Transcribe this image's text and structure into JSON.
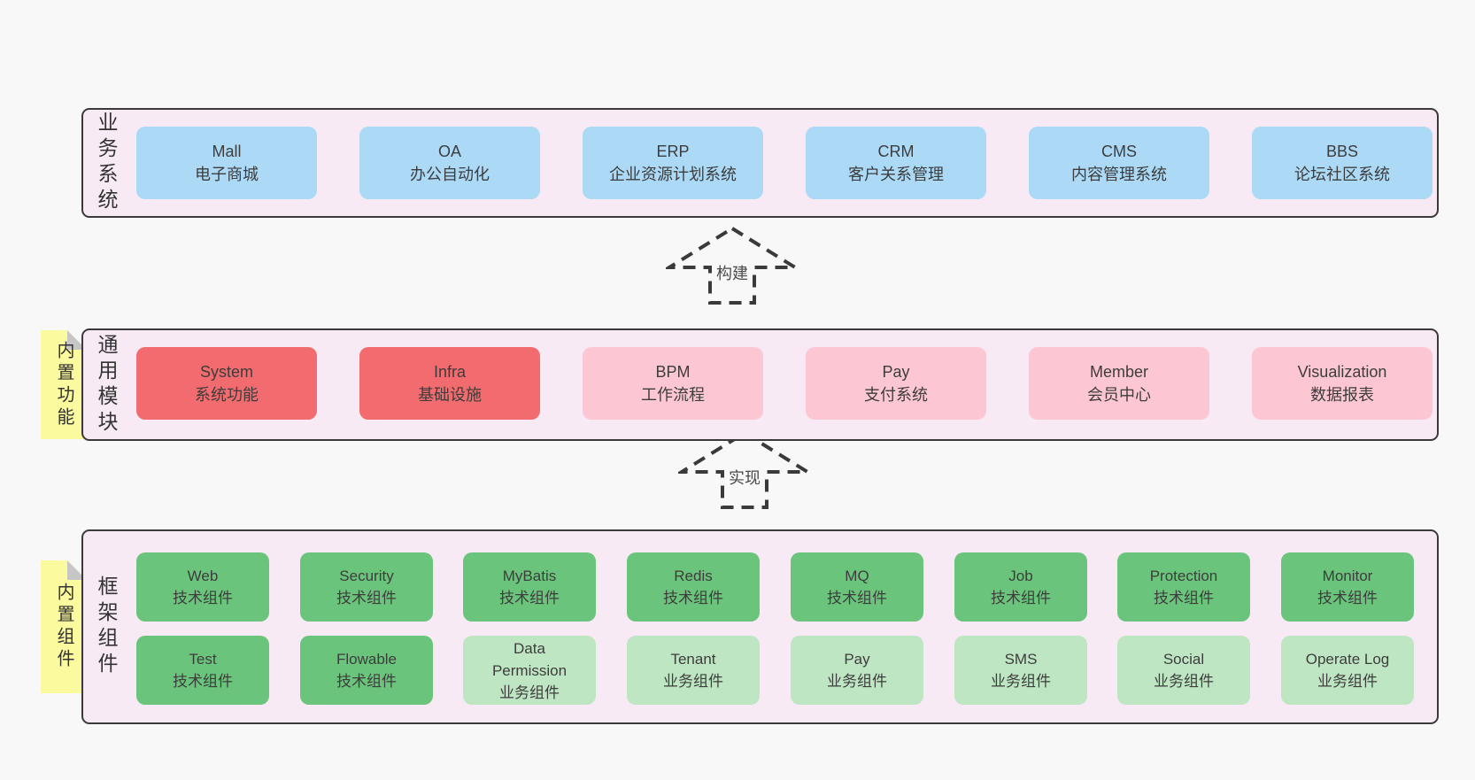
{
  "page": {
    "background": "#f8f8f8"
  },
  "colors": {
    "layer_background": "#f7eaf4",
    "layer_border": "#3a3a3a",
    "business_system_box": "#abd9f6",
    "core_module_box": "#f26b6e",
    "extra_module_box": "#fcc7d2",
    "tech_component_box": "#6bc47b",
    "biz_component_box": "#bfe6c3",
    "sticky_note": "#fbfa9e",
    "sticky_note_fold": "#c6c6c6"
  },
  "arrows": [
    {
      "label": "构建"
    },
    {
      "label": "实现"
    }
  ],
  "layers": [
    {
      "name": "业务系统",
      "boxes": [
        {
          "en": "Mall",
          "zh": "电子商城"
        },
        {
          "en": "OA",
          "zh": "办公自动化"
        },
        {
          "en": "ERP",
          "zh": "企业资源计划系统"
        },
        {
          "en": "CRM",
          "zh": "客户关系管理"
        },
        {
          "en": "CMS",
          "zh": "内容管理系统"
        },
        {
          "en": "BBS",
          "zh": "论坛社区系统"
        }
      ]
    },
    {
      "name": "通用模块",
      "sticky_note": "内置功能",
      "boxes": [
        {
          "en": "System",
          "zh": "系统功能"
        },
        {
          "en": "Infra",
          "zh": "基础设施"
        },
        {
          "en": "BPM",
          "zh": "工作流程"
        },
        {
          "en": "Pay",
          "zh": "支付系统"
        },
        {
          "en": "Member",
          "zh": "会员中心"
        },
        {
          "en": "Visualization",
          "zh": "数据报表"
        }
      ]
    },
    {
      "name": "框架组件",
      "sticky_note": "内置组件",
      "rows": [
        [
          {
            "en": "Web",
            "zh": "技术组件"
          },
          {
            "en": "Security",
            "zh": "技术组件"
          },
          {
            "en": "MyBatis",
            "zh": "技术组件"
          },
          {
            "en": "Redis",
            "zh": "技术组件"
          },
          {
            "en": "MQ",
            "zh": "技术组件"
          },
          {
            "en": "Job",
            "zh": "技术组件"
          },
          {
            "en": "Protection",
            "zh": "技术组件"
          },
          {
            "en": "Monitor",
            "zh": "技术组件"
          }
        ],
        [
          {
            "en": "Test",
            "zh": "技术组件"
          },
          {
            "en": "Flowable",
            "zh": "技术组件"
          },
          {
            "en": "Data Permission",
            "zh": "业务组件"
          },
          {
            "en": "Tenant",
            "zh": "业务组件"
          },
          {
            "en": "Pay",
            "zh": "业务组件"
          },
          {
            "en": "SMS",
            "zh": "业务组件"
          },
          {
            "en": "Social",
            "zh": "业务组件"
          },
          {
            "en": "Operate Log",
            "zh": "业务组件"
          }
        ]
      ]
    }
  ]
}
